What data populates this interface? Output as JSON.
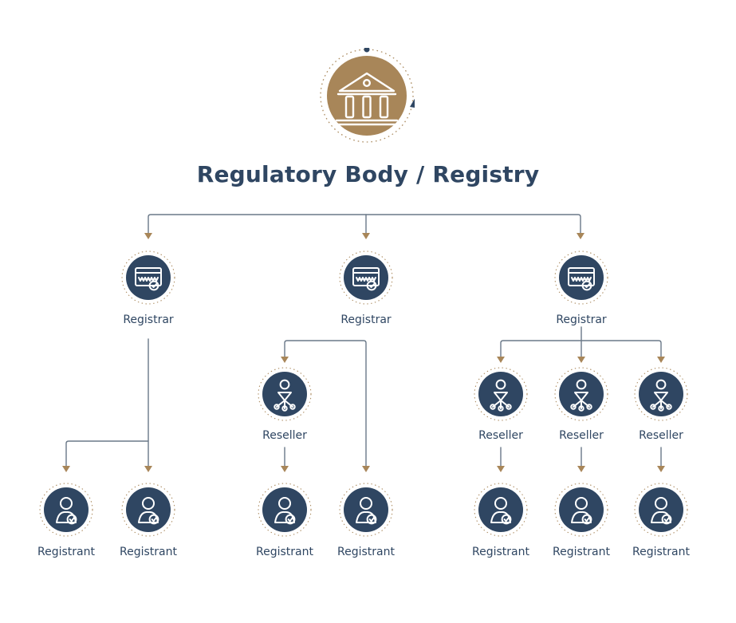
{
  "title": "Regulatory Body / Registry",
  "nodes": {
    "registrar_left": "Registrar",
    "registrar_middle": "Registrar",
    "registrar_right": "Registrar",
    "reseller_middle": "Reseller",
    "reseller_right_1": "Reseller",
    "reseller_right_2": "Reseller",
    "reseller_right_3": "Reseller",
    "registrant_1": "Registrant",
    "registrant_2": "Registrant",
    "registrant_3": "Registrant",
    "registrant_4": "Registrant",
    "registrant_5": "Registrant",
    "registrant_6": "Registrant",
    "registrant_7": "Registrant"
  },
  "icons": {
    "registry": "bank-building-icon",
    "registrar": "www-browser-check-icon",
    "reseller": "network-person-icon",
    "registrant": "user-check-icon"
  },
  "colors": {
    "navy": "#2f4662",
    "gold": "#a88659",
    "line": "#6a7888",
    "white": "#ffffff"
  }
}
